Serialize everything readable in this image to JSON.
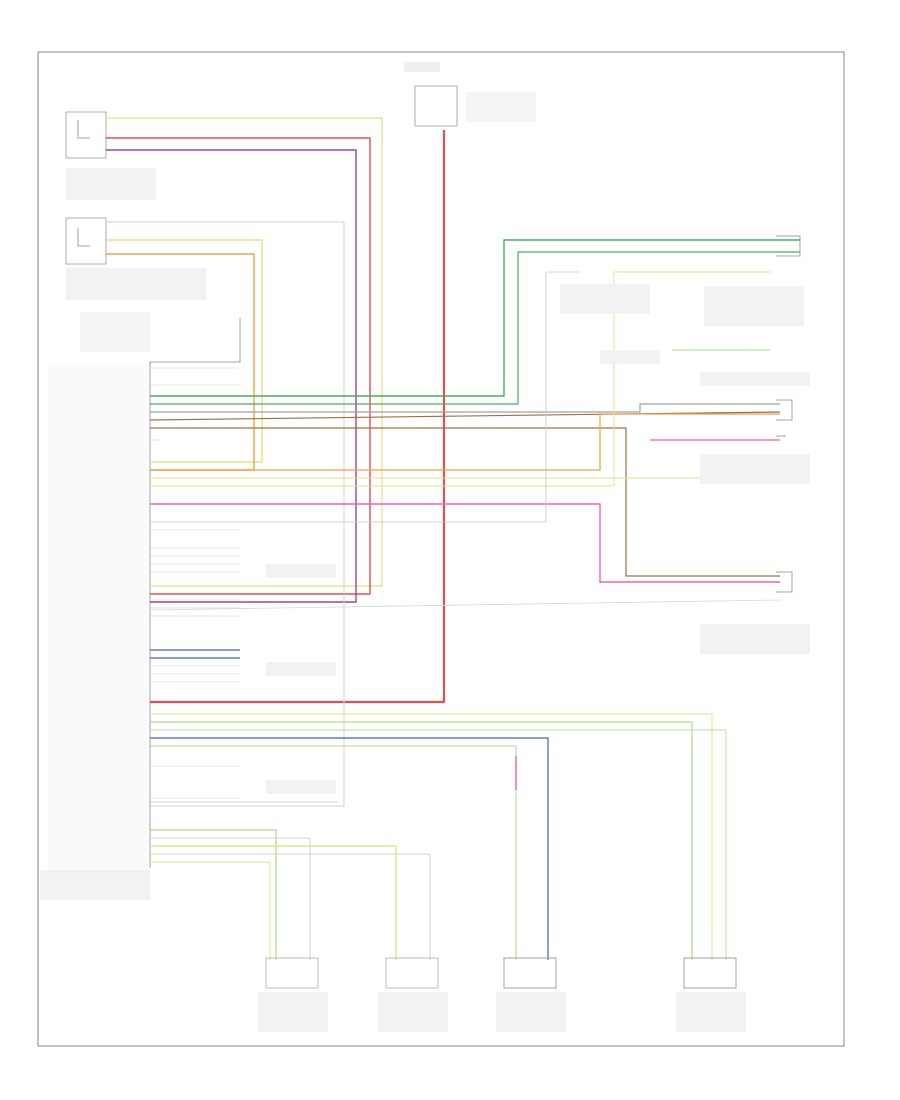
{
  "diagram": {
    "footer_code": "",
    "components": [
      {
        "id": "top-connector",
        "label": ""
      },
      {
        "id": "right-front-sensor",
        "label": ""
      },
      {
        "id": "left-front-sensor",
        "label": ""
      },
      {
        "id": "module",
        "label": ""
      },
      {
        "id": "right-rear-sensor",
        "label": ""
      },
      {
        "id": "left-rear-sensor",
        "label": ""
      },
      {
        "id": "lf-strut",
        "label": ""
      },
      {
        "id": "rf-strut",
        "label": ""
      },
      {
        "id": "lr-strut",
        "label": ""
      },
      {
        "id": "rr-strut",
        "label": ""
      }
    ],
    "wire_colors": {
      "red": "#e05050",
      "pink": "#f060c0",
      "yellow": "#e8e080",
      "orange": "#f0a040",
      "green": "#40b060",
      "blue": "#4060c0",
      "brown": "#a07040",
      "gray": "#c0c0c0",
      "lightgreen": "#b8e0a0",
      "purple": "#a040a0"
    }
  }
}
